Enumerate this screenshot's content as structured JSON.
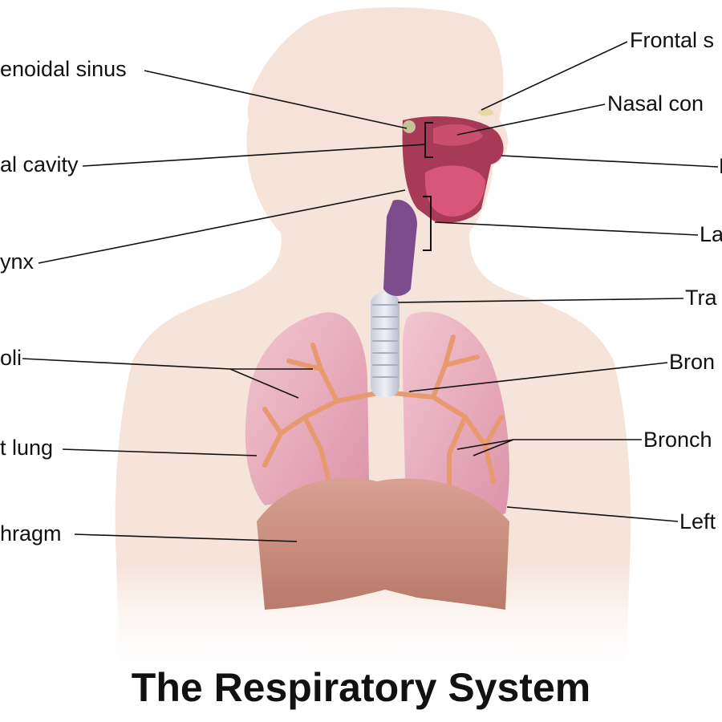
{
  "title": "The Respiratory System",
  "labels": {
    "sphenoidal_sinus": "enoidal sinus",
    "nasal_cavity": "al cavity",
    "pharynx": "ynx",
    "alveoli": "oli",
    "right_lung": "t lung",
    "diaphragm": "hragm",
    "frontal_sinus": "Frontal s",
    "nasal_conchae": "Nasal con",
    "nostril": "N",
    "larynx": "La",
    "trachea": "Tra",
    "bronchus": "Bron",
    "bronchioles": "Bronch",
    "left_lung": "Left"
  },
  "colors": {
    "skin": "#f5e3d9",
    "lung": "#e8a9bd",
    "diaphragm": "#c98f7e",
    "airway": "#a73a57",
    "bronchial_tree": "#e79a6e",
    "leader_line": "#111111"
  }
}
